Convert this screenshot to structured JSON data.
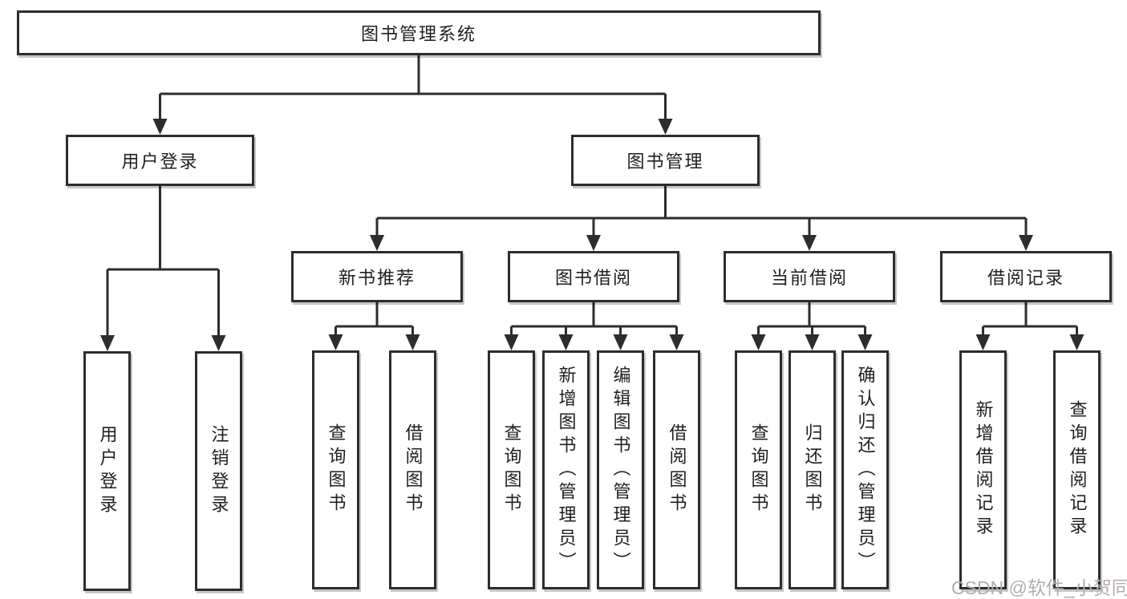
{
  "colors": {
    "line": "#2d2d2d",
    "text": "#1f1f1f",
    "watermark": "#b5adad",
    "background": "#ffffff"
  },
  "watermark": {
    "text": "CSDN @软件_小贺同学"
  },
  "tree": {
    "root": {
      "label": "图书管理系统",
      "children": [
        {
          "label": "用户登录",
          "children": [
            {
              "label": "用户登录"
            },
            {
              "label": "注销登录"
            }
          ]
        },
        {
          "label": "图书管理",
          "children": [
            {
              "label": "新书推荐",
              "children": [
                {
                  "label": "查询图书"
                },
                {
                  "label": "借阅图书"
                }
              ]
            },
            {
              "label": "图书借阅",
              "children": [
                {
                  "label": "查询图书"
                },
                {
                  "label": "新增图书（管理员）"
                },
                {
                  "label": "编辑图书（管理员）"
                },
                {
                  "label": "借阅图书"
                }
              ]
            },
            {
              "label": "当前借阅",
              "children": [
                {
                  "label": "查询图书"
                },
                {
                  "label": "归还图书"
                },
                {
                  "label": "确认归还（管理员）"
                }
              ]
            },
            {
              "label": "借阅记录",
              "children": [
                {
                  "label": "新增借阅记录"
                },
                {
                  "label": "查询借阅记录"
                }
              ]
            }
          ]
        }
      ]
    }
  }
}
